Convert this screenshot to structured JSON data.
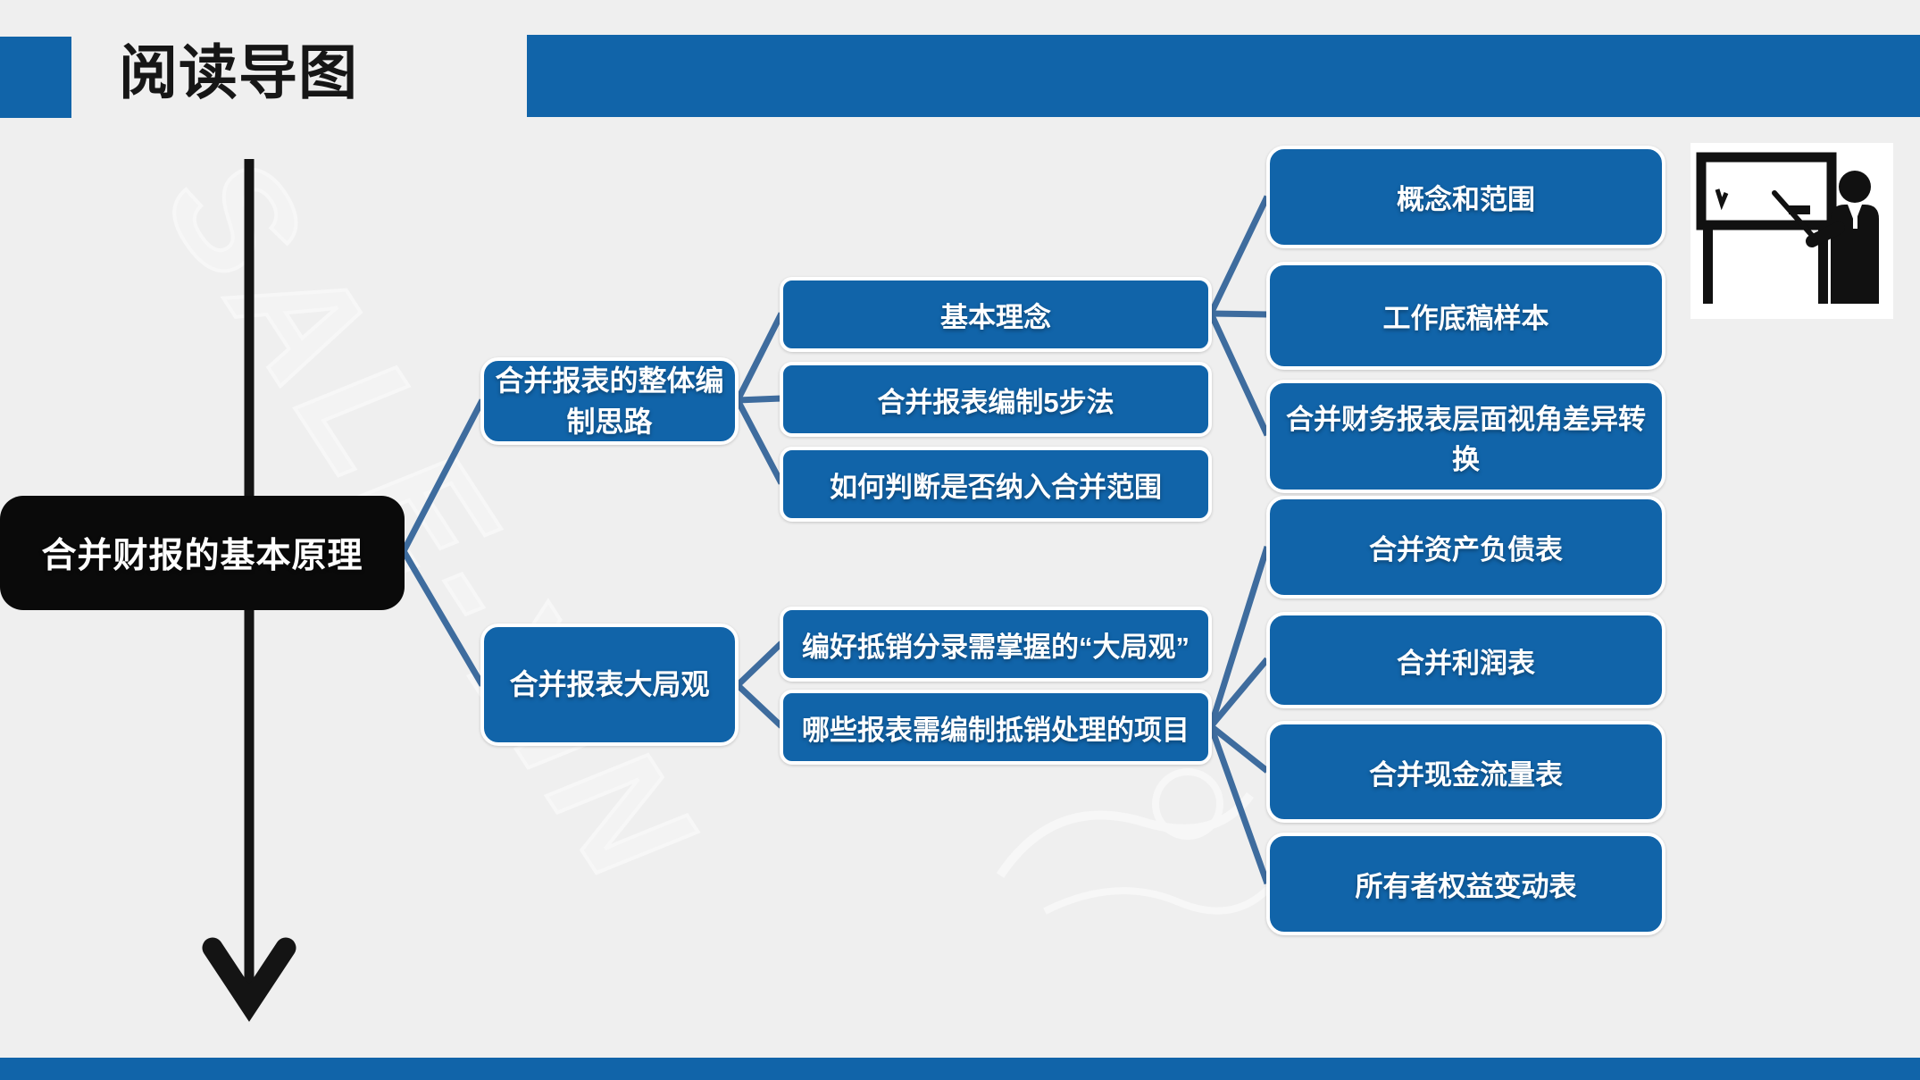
{
  "header": {
    "title": "阅读导图"
  },
  "colors": {
    "primary_blue": "#1164a9",
    "connector_blue": "#3e6c9e",
    "background_gray": "#efefef",
    "root_black": "#0a0a0a",
    "node_text": "#ffffff",
    "title_text": "#161616"
  },
  "mindmap": {
    "root": {
      "label": "合并财报的基本原理"
    },
    "branches": [
      {
        "label": "合并报表的整体编制思路",
        "children": [
          {
            "label": "基本理念"
          },
          {
            "label": "合并报表编制5步法"
          },
          {
            "label": "如何判断是否纳入合并范围"
          }
        ]
      },
      {
        "label": "合并报表大局观",
        "children": [
          {
            "label": "编好抵销分录需掌握的“大局观”"
          },
          {
            "label": "哪些报表需编制抵销处理的项目"
          }
        ]
      }
    ],
    "leaves_top": [
      {
        "label": "概念和范围"
      },
      {
        "label": "工作底稿样本"
      },
      {
        "label": "合并财务报表层面视角差异转换"
      }
    ],
    "leaves_bottom": [
      {
        "label": "合并资产负债表"
      },
      {
        "label": "合并利润表"
      },
      {
        "label": "合并现金流量表"
      },
      {
        "label": "所有者权益变动表"
      }
    ]
  },
  "watermark": {
    "text": "SALE-YIN"
  },
  "icons": {
    "teacher": "teacher-at-blackboard-icon",
    "arrow": "down-arrow-icon"
  }
}
